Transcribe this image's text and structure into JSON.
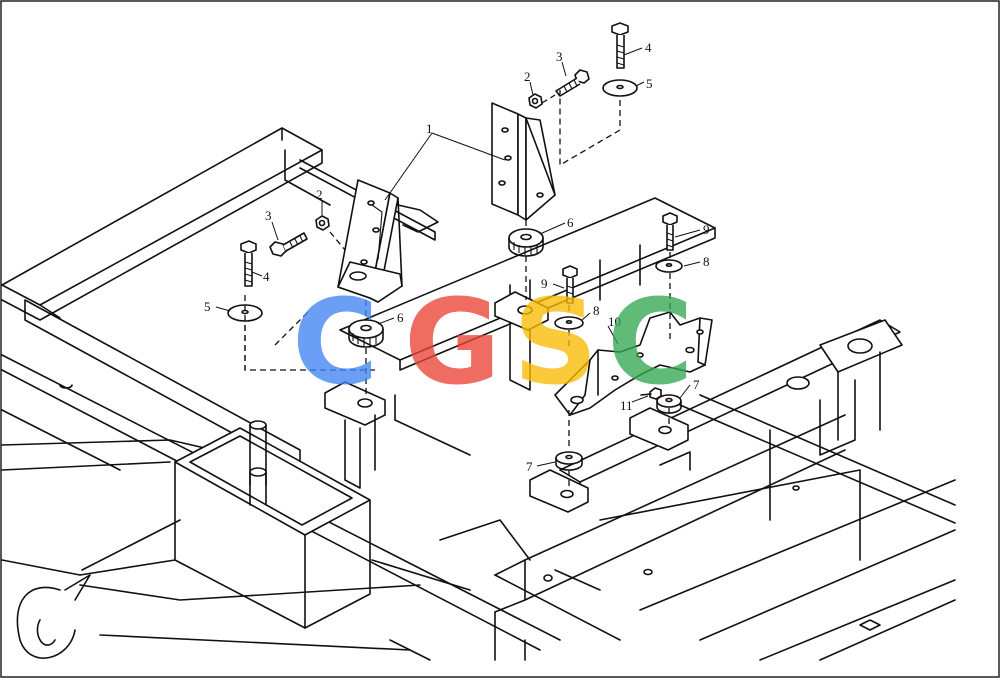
{
  "diagram": {
    "callouts": {
      "c1": "1",
      "c2a": "2",
      "c2b": "2",
      "c3a": "3",
      "c3b": "3",
      "c4a": "4",
      "c4b": "4",
      "c5a": "5",
      "c5b": "5",
      "c6a": "6",
      "c6b": "6",
      "c7a": "7",
      "c7b": "7",
      "c8a": "8",
      "c8b": "8",
      "c9a": "9",
      "c9b": "9",
      "c10": "10",
      "c11": "11"
    },
    "watermark": {
      "letters": [
        "C",
        "G",
        "S",
        "C"
      ],
      "colors": [
        "#4285F4",
        "#EA4335",
        "#FBBC05",
        "#34A853"
      ]
    }
  }
}
